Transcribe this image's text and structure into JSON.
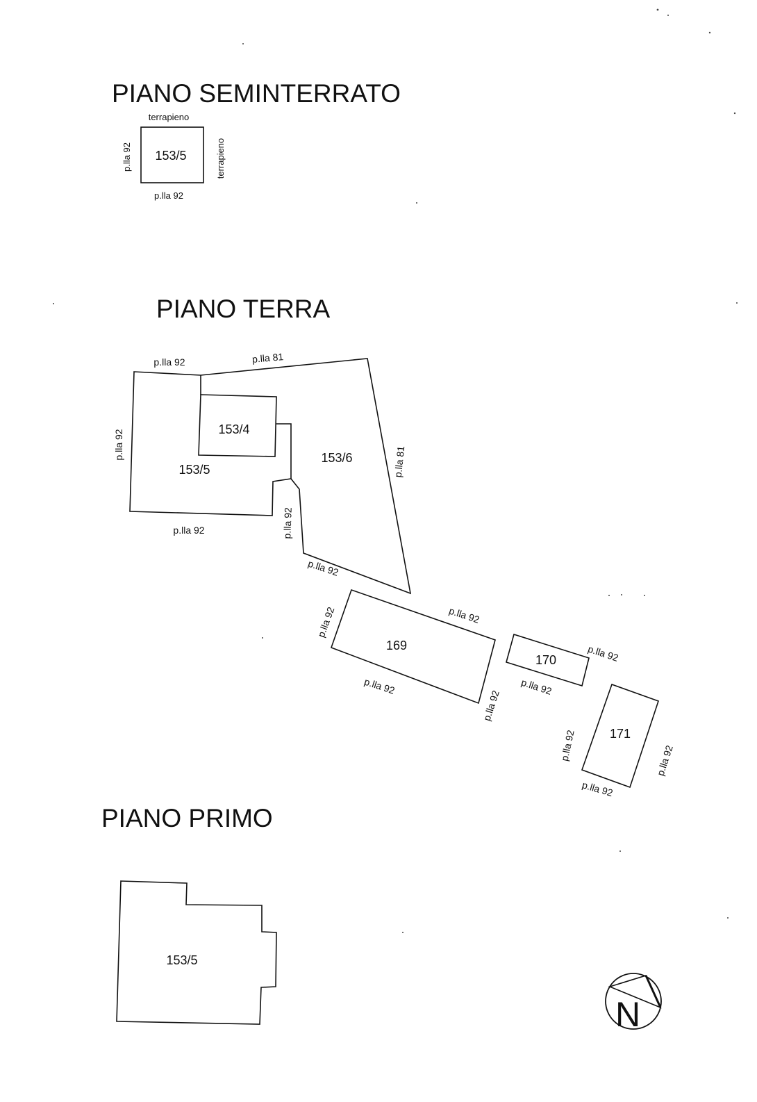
{
  "sections": {
    "seminterrato": {
      "title": "PIANO SEMINTERRATO",
      "parcel": "153/5",
      "top_label": "terrapieno",
      "right_label": "terrapieno",
      "left_label": "p.lla 92",
      "bottom_label": "p.lla 92"
    },
    "terra": {
      "title": "PIANO TERRA",
      "parcels": {
        "p153_4": "153/4",
        "p153_5": "153/5",
        "p153_6": "153/6",
        "p169": "169",
        "p170": "170",
        "p171": "171"
      },
      "labels": {
        "top_left": "p.lla 92",
        "top_right": "p.lla 81",
        "left": "p.lla 92",
        "right": "p.lla 81",
        "bottom_left": "p.lla 92",
        "notch": "p.lla 92",
        "diag": "p.lla 92",
        "b169_left": "p.lla 92",
        "b169_top": "p.lla 92",
        "b169_bottom": "p.lla 92",
        "b169_right": "p.lla 92",
        "b170_right": "p.lla 92",
        "b170_bottom": "p.lla 92",
        "b171_left": "p.lla 92",
        "b171_right": "p.lla 92",
        "b171_bottom": "p.lla 92"
      }
    },
    "primo": {
      "title": "PIANO PRIMO",
      "parcel": "153/5"
    }
  },
  "compass": {
    "letter": "N",
    "icon": "north-arrow-icon"
  }
}
